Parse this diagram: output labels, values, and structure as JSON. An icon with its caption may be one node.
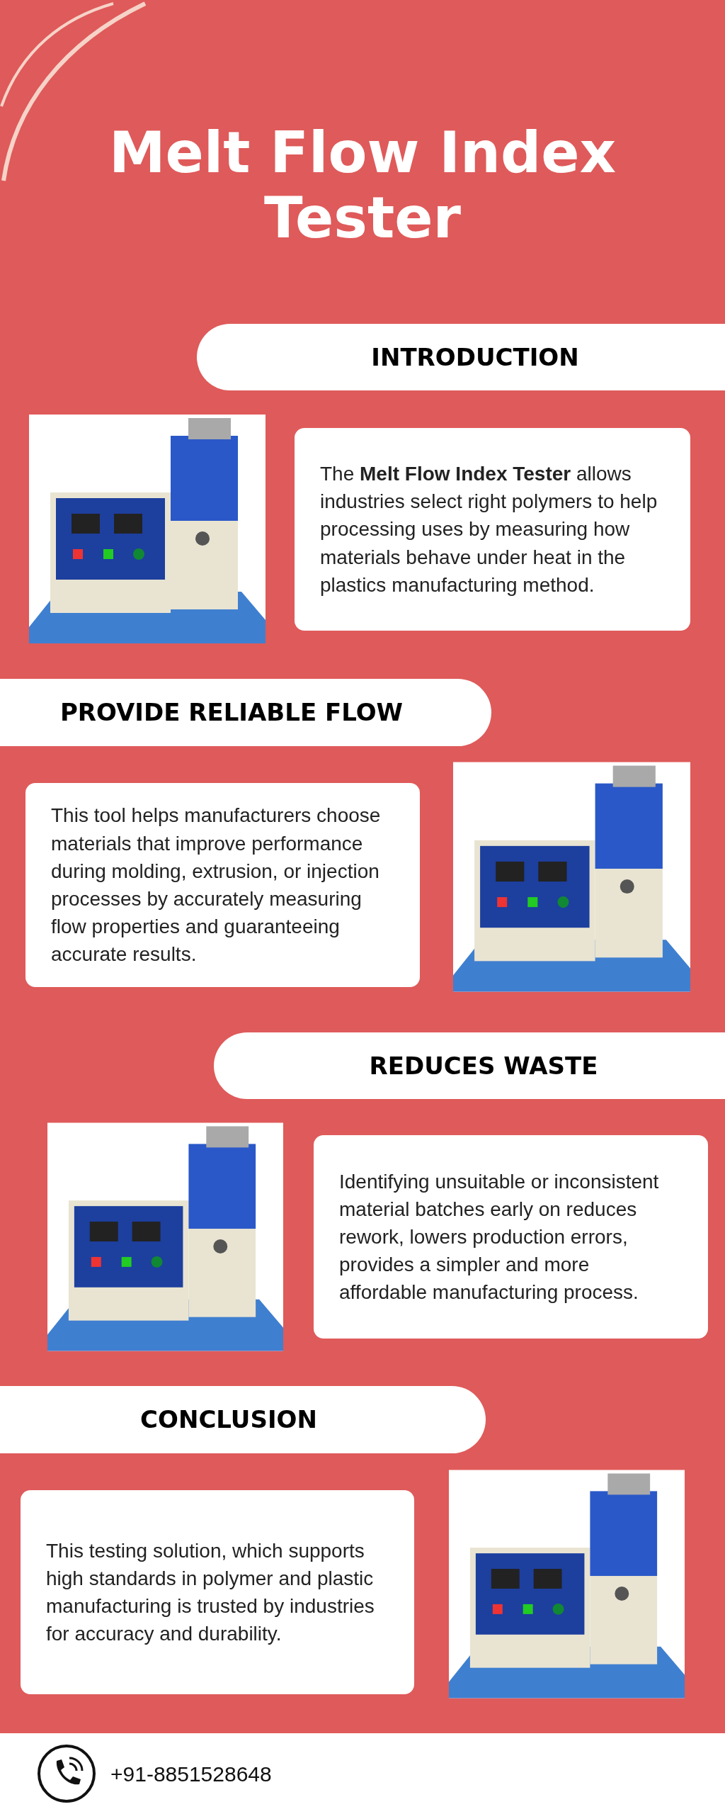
{
  "diagram": {
    "title": "Melt Flow Index Tester",
    "nodes": [
      {
        "text": [
          "INTRODUCTION"
        ]
      },
      {
        "text": [
          "The **Melt Flow Index Tester** allows industries select right polymers to help processing uses by measuring how materials behave under heat in the plastics manufacturing method."
        ]
      },
      {
        "text": [
          "PROVIDE RELIABLE FLOW"
        ]
      },
      {
        "text": [
          "This tool helps manufacturers choose materials that improve performance during molding, extrusion, or injection processes by accurately measuring flow properties and guaranteeing accurate results."
        ]
      },
      {
        "text": [
          "REDUCES WASTE"
        ]
      },
      {
        "text": [
          "Identifying unsuitable or inconsistent material batches early on reduces rework, lowers production errors, provides a simpler and more affordable manufacturing process."
        ]
      },
      {
        "text": [
          "CONCLUSION"
        ]
      },
      {
        "text": [
          "This testing solution, which supports high standards in polymer and plastic manufacturing is trusted by industries for accuracy and durability."
        ]
      }
    ],
    "labels": [
      "+91-8851528648"
    ]
  }
}
